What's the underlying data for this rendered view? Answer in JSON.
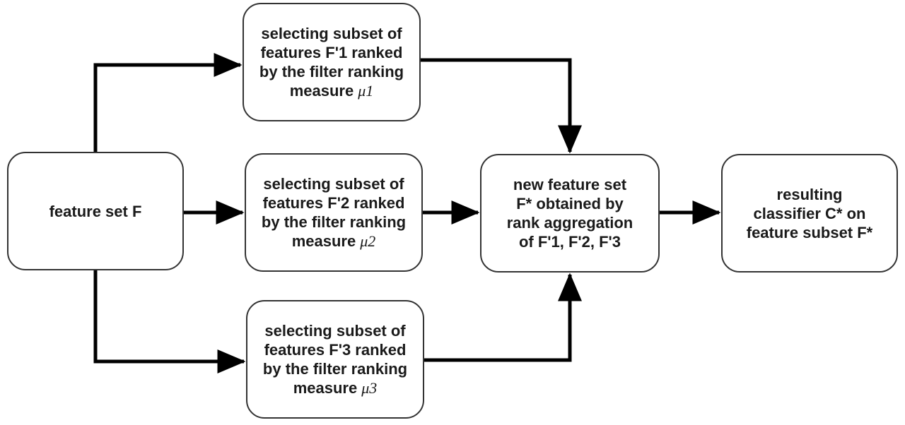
{
  "boxes": {
    "feature_set": {
      "lines": [
        "feature set F"
      ]
    },
    "subset_1": {
      "lines": [
        "selecting subset of",
        "features F'1 ranked",
        "by the filter ranking",
        "measure"
      ],
      "symbol": "μ1"
    },
    "subset_2": {
      "lines": [
        "selecting subset of",
        "features F'2 ranked",
        "by the filter ranking",
        "measure"
      ],
      "symbol": "μ2"
    },
    "subset_3": {
      "lines": [
        "selecting subset of",
        "features F'3 ranked",
        "by the filter ranking",
        "measure"
      ],
      "symbol": "μ3"
    },
    "new_set": {
      "lines": [
        "new feature set",
        "F* obtained by",
        "rank aggregation",
        "of F'1, F'2, F'3"
      ]
    },
    "classifier": {
      "lines": [
        "resulting",
        "classifier C* on",
        "feature subset F*"
      ]
    }
  },
  "colors": {
    "border": "#333333",
    "arrow": "#000000",
    "text": "#1a1a1a"
  }
}
